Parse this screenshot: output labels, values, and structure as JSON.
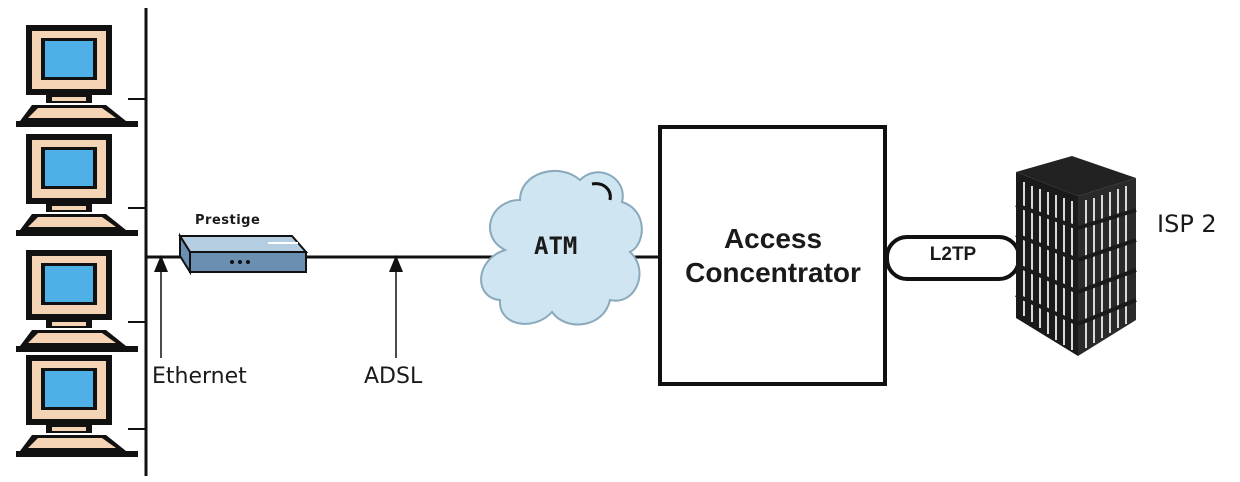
{
  "diagram": {
    "labels": {
      "prestige": "Prestige",
      "ethernet": "Ethernet",
      "adsl": "ADSL",
      "atm": "ATM",
      "access_concentrator_line1": "Access",
      "access_concentrator_line2": "Concentrator",
      "l2tp": "L2TP",
      "isp": "ISP 2"
    },
    "colors": {
      "line": "#111111",
      "screen": "#4fb0e8",
      "monitor_body": "#f4d4b4",
      "cloud_fill": "#cfe5f2",
      "modem_top": "#b4cde0",
      "modem_front": "#6a8fb0",
      "building": "#1a1a1a"
    },
    "icons": [
      "computer-icon",
      "modem-icon",
      "cloud-icon",
      "building-icon"
    ]
  }
}
